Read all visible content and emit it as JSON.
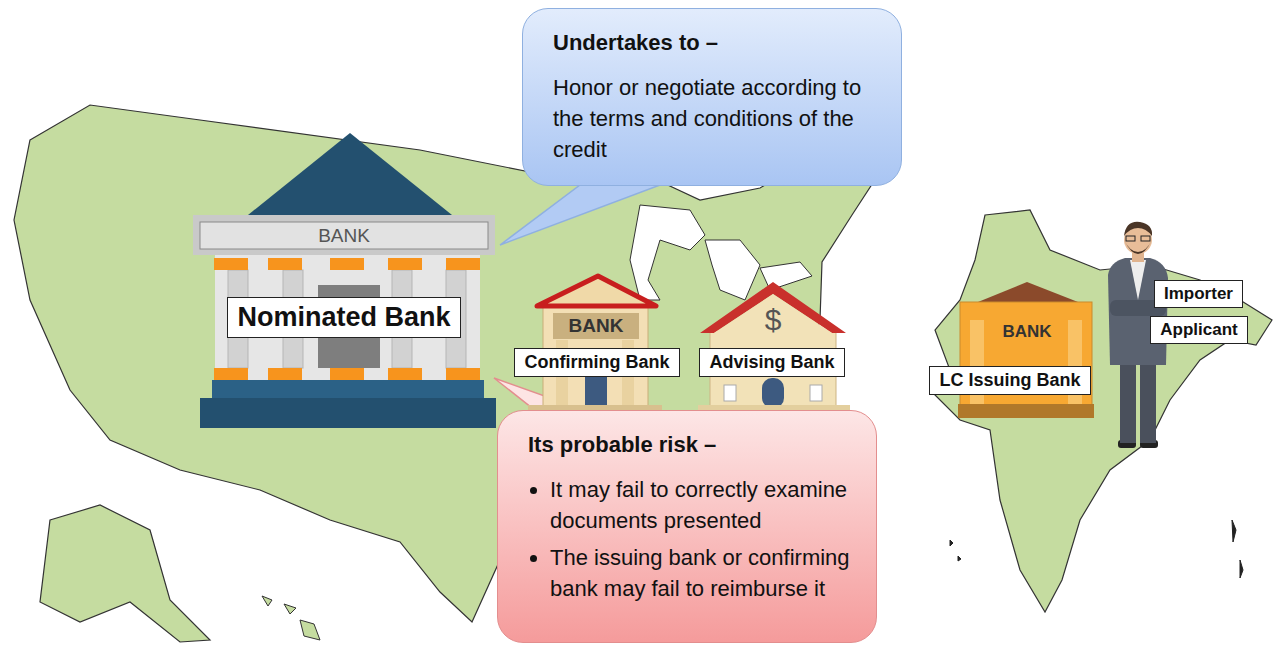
{
  "diagram": {
    "nodes": [
      {
        "text": [
          "Undertakes to –",
          "Honor or negotiate according to the terms and conditions of the credit"
        ]
      },
      {
        "text": [
          "Nominated Bank"
        ]
      },
      {
        "text": [
          "Confirming Bank"
        ]
      },
      {
        "text": [
          "Advising Bank"
        ]
      },
      {
        "text": [
          "Importer"
        ]
      },
      {
        "text": [
          "Applicant"
        ]
      },
      {
        "text": [
          "LC Issuing Bank"
        ]
      },
      {
        "text": [
          "Its probable risk –",
          "It may fail to correctly examine documents presented",
          "The issuing bank or confirming bank may fail to reimburse it"
        ]
      }
    ],
    "labels": [
      "BANK",
      "BANK",
      "$",
      "BANK"
    ]
  }
}
